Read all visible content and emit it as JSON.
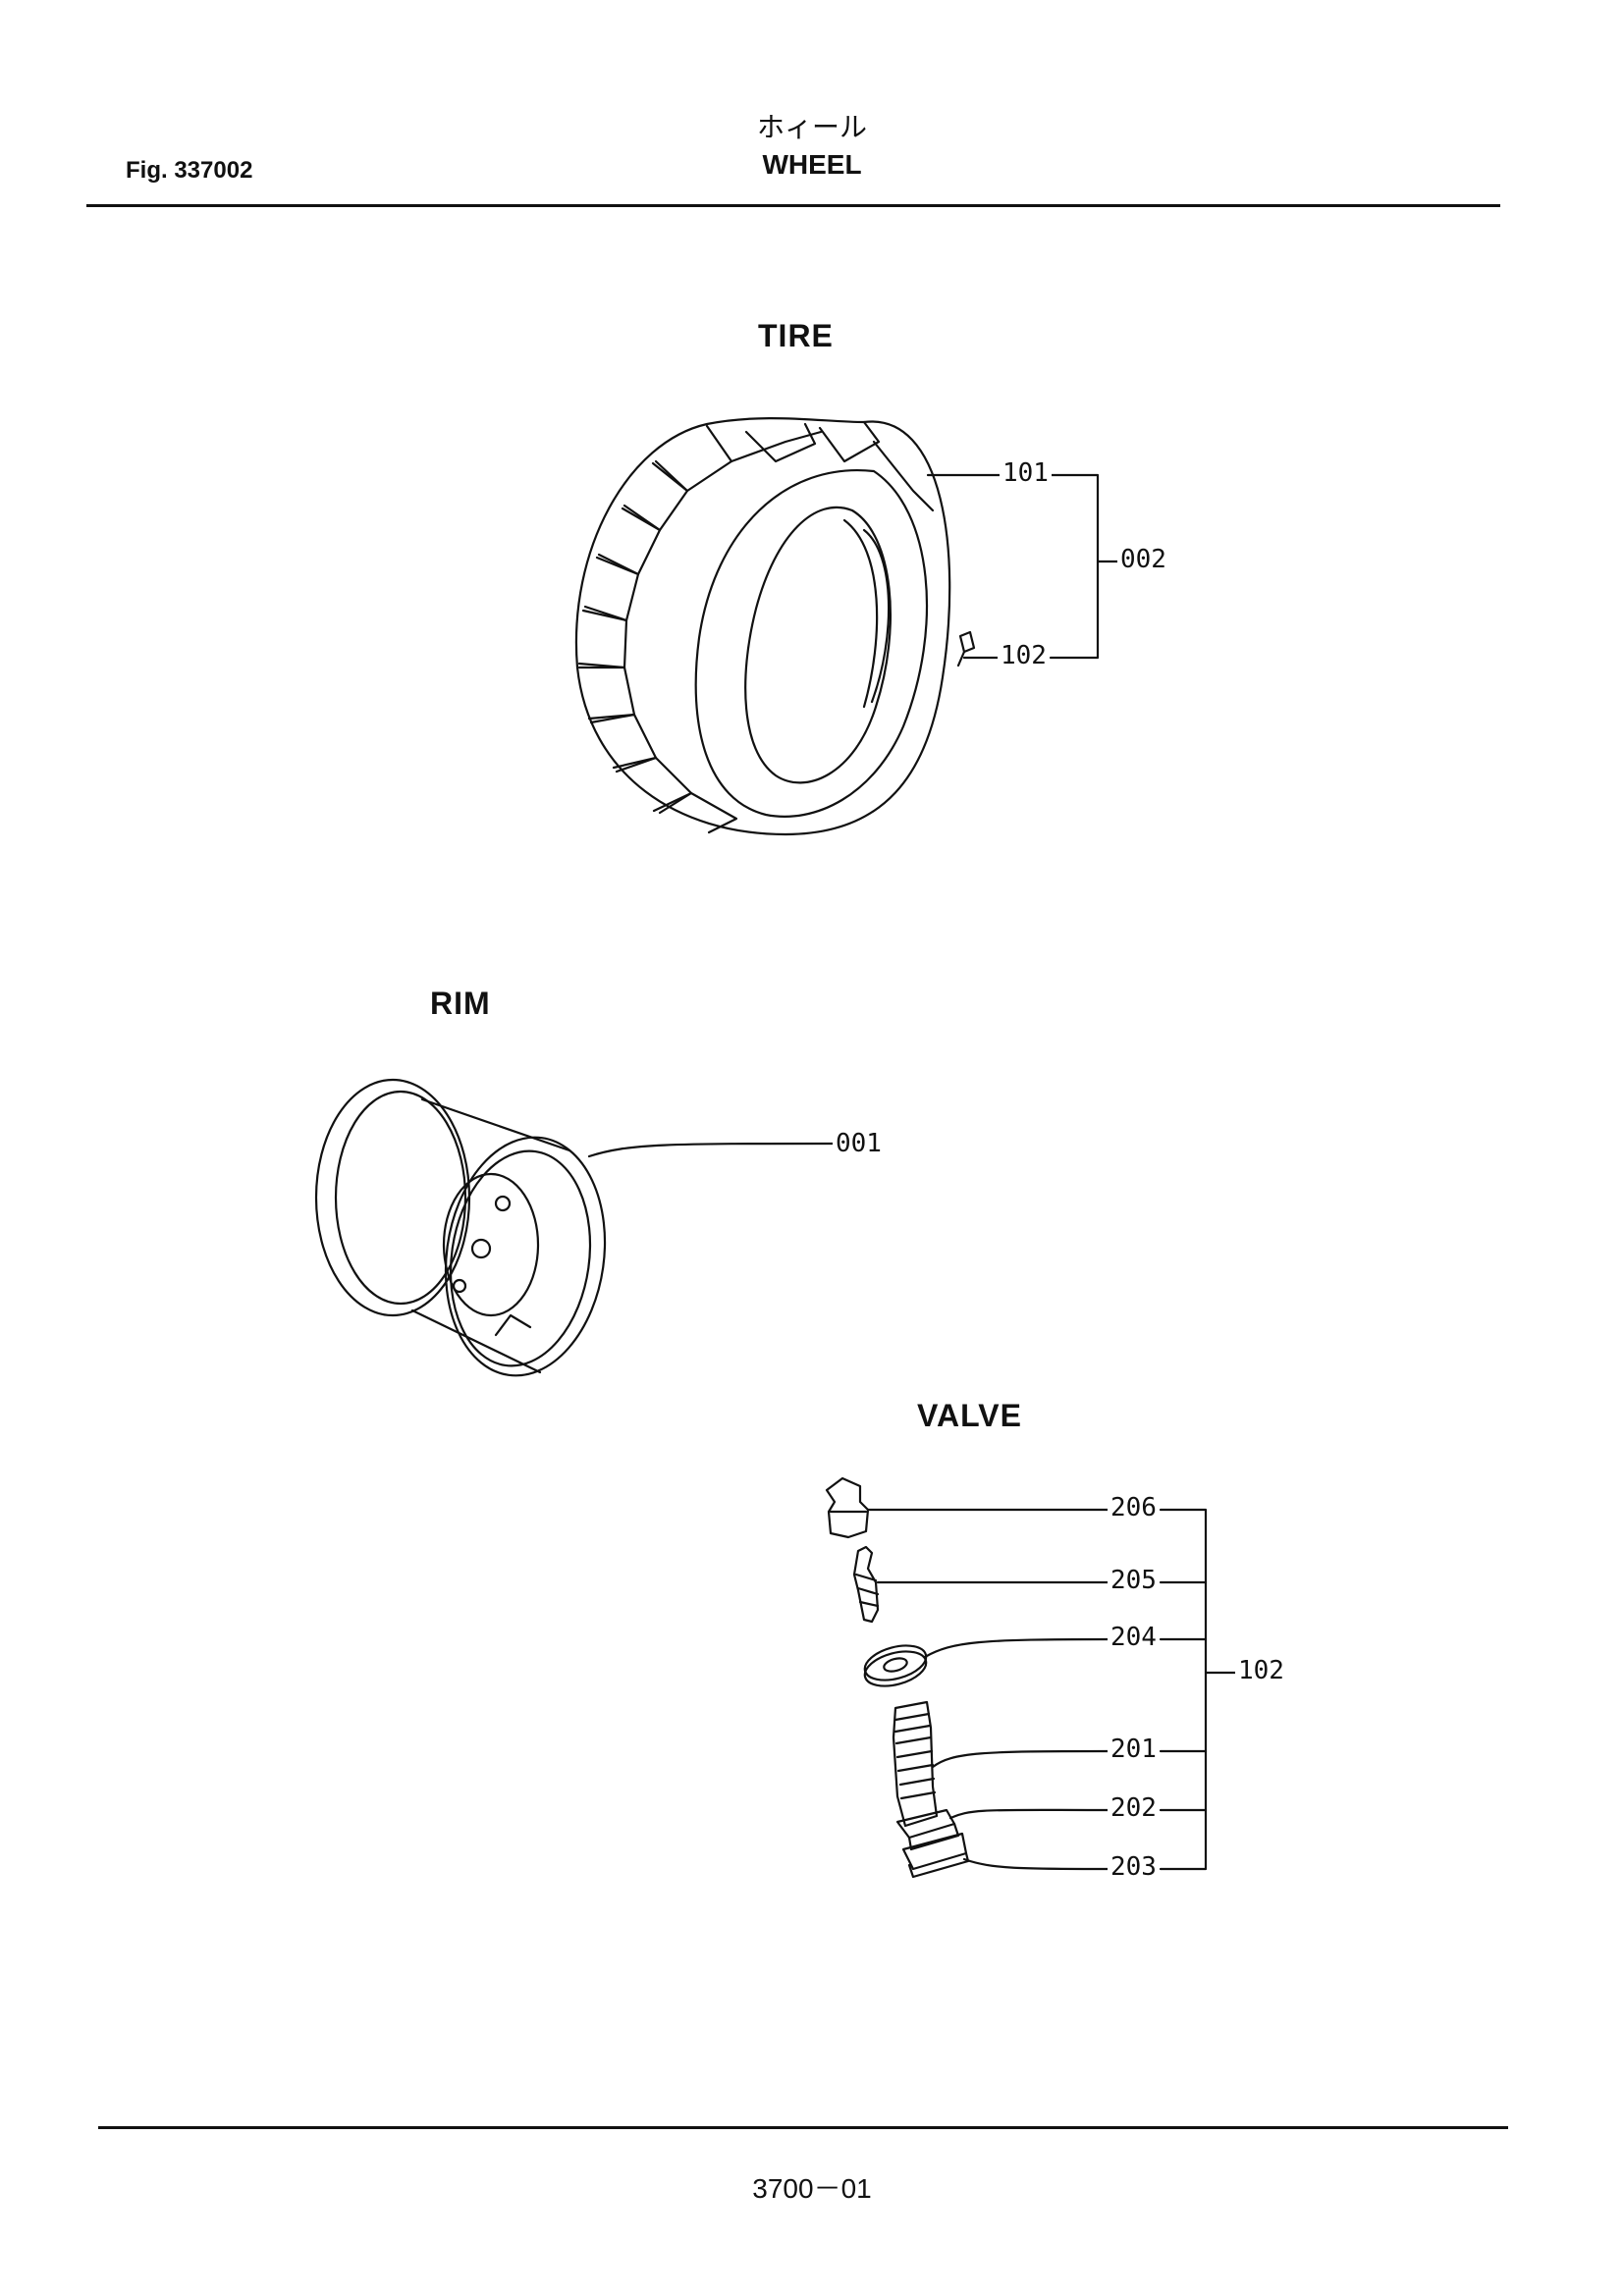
{
  "header": {
    "fig_number": "Fig. 337002",
    "title_jp": "ホィール",
    "title_en": "WHEEL"
  },
  "sections": {
    "tire": {
      "title": "TIRE",
      "callouts": {
        "c101": "101",
        "c102": "102",
        "c002": "002"
      }
    },
    "rim": {
      "title": "RIM",
      "callouts": {
        "c001": "001"
      }
    },
    "valve": {
      "title": "VALVE",
      "callouts": {
        "c206": "206",
        "c205": "205",
        "c204": "204",
        "c201": "201",
        "c202": "202",
        "c203": "203",
        "c102": "102"
      }
    }
  },
  "footer": {
    "page_number": "3700－01"
  }
}
